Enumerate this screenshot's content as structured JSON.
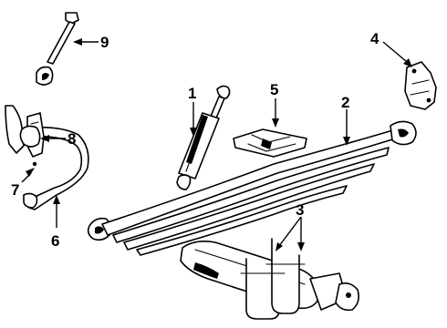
{
  "callouts": [
    {
      "id": "1",
      "label": "1",
      "part": "shock-absorber"
    },
    {
      "id": "2",
      "label": "2",
      "part": "leaf-spring"
    },
    {
      "id": "3",
      "label": "3",
      "part": "u-bolts"
    },
    {
      "id": "4",
      "label": "4",
      "part": "spring-shackle"
    },
    {
      "id": "5",
      "label": "5",
      "part": "spring-spacer"
    },
    {
      "id": "6",
      "label": "6",
      "part": "stabilizer-bar"
    },
    {
      "id": "7",
      "label": "7",
      "part": "bar-bushing"
    },
    {
      "id": "8",
      "label": "8",
      "part": "bar-bracket"
    },
    {
      "id": "9",
      "label": "9",
      "part": "stabilizer-link"
    }
  ],
  "colors": {
    "line": "#000000",
    "background": "#ffffff"
  }
}
